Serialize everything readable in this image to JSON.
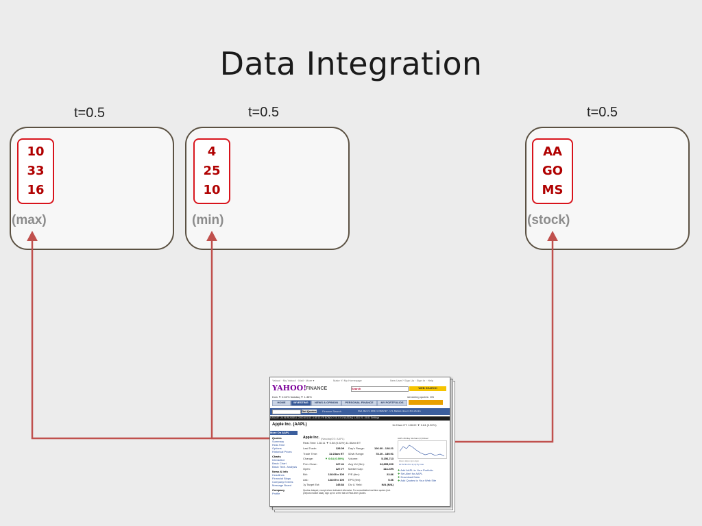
{
  "slide": {
    "title": "Data Integration"
  },
  "sources": [
    {
      "t_label": "t=0.5",
      "values": [
        "10",
        "33",
        "16"
      ],
      "column": "(max)"
    },
    {
      "t_label": "t=0.5",
      "values": [
        "4",
        "25",
        "10"
      ],
      "column": "(min)"
    },
    {
      "t_label": "t=0.5",
      "values": [
        "AA",
        "GO",
        "MS"
      ],
      "column": "(stock)"
    }
  ],
  "colors": {
    "arrow": "#c0504d",
    "value_border": "#d8141c",
    "value_text": "#b00000",
    "box_border": "#5b5142"
  },
  "yahoo": {
    "topnav": "Yahoo! · My Yahoo! · Mail · More ▾",
    "homepage": "Make Y! My Homepage",
    "newuser": "New User? Sign Up · Sign In · Help",
    "logo": "YAHOO!",
    "finance": "FINANCE",
    "search_label": "Search",
    "web_search": "WEB SEARCH",
    "dow": "Dow ▼ 0.60% Nasdaq ▼ 1.38%",
    "streaming": "streaming quotes: ON",
    "tabs": [
      "HOME",
      "INVESTING",
      "NEWS & OPINION",
      "PERSONAL FINANCE",
      "MY PORTFOLIOS"
    ],
    "get_quotes": "Get Quotes",
    "finance_search": "Finance Search",
    "date_line": "Wed, Mar 21, 2009, 11:39AM ET - U.S. Markets close in 4hrs 21mins",
    "ticker": "6,932.87  -24.98   RUSSELL 2000  491.53  -3.59   10-YR BOND  2.78  -0.01   NASDAQ  1,518.76  -19.81   Settings",
    "company": "Apple Inc. (AAPL)",
    "price_head": "11:23am ET: 128.09 ▼ 0.64 (0.50%)",
    "more_on": "More On AAPL",
    "sidebar": [
      "Quotes",
      "Summary",
      "Real-Time",
      "Options",
      "Historical Prices",
      "Charts",
      "Interactive",
      "Basic Chart",
      "Basic Tech. Analysis",
      "News & Info",
      "Headlines",
      "Financial Blogs",
      "Company Events",
      "Message Board",
      "Company",
      "Profile"
    ],
    "quote_name": "Apple Inc.",
    "quote_exch": "(NasdaqGS: AAPL)",
    "realtime": "Real-Time: 128.11 ▼ 0.58 (0.52%) 11:36am ET",
    "rows_left": [
      [
        "Last Trade:",
        "128.09"
      ],
      [
        "Trade Time:",
        "11:23am ET"
      ],
      [
        "Change:",
        "▼ 0.64 (0.50%)"
      ],
      [
        "Prev Close:",
        "127.41"
      ],
      [
        "Open:",
        "127.77"
      ],
      [
        "Bid:",
        "128.08 x 100"
      ],
      [
        "Ask:",
        "128.09 x 100"
      ],
      [
        "1y Target Est:",
        "145.84"
      ]
    ],
    "rows_right": [
      [
        "Day's Range:",
        "126.60 - 128.21"
      ],
      [
        "52wk Range:",
        "78.20 - 189.91"
      ],
      [
        "Volume:",
        "5,156,713"
      ],
      [
        "Avg Vol (3m):",
        "22,895,200"
      ],
      [
        "Market Cap:",
        "114.27B"
      ],
      [
        "P/E (ttm):",
        "23.86"
      ],
      [
        "EPS (ttm):",
        "5.36"
      ],
      [
        "Div & Yield:",
        "N/A (N/A)"
      ]
    ],
    "chart_title": "AAPL 29-May 11:21am (C)Yahoo!",
    "chart_ticks": "10am 12pm 2pm 4pm",
    "chart_ranges": "1d 5d 3m 6m 1y 2y 5y max",
    "links": [
      "Add AAPL to Your Portfolio",
      "Set Alert for AAPL",
      "Download Data",
      "Add Quotes to Your Web Site"
    ],
    "disclaimer": "Quotes delayed, except where indicated otherwise. For consolidated real-time quotes (incl. pre/post market data), sign up for a free trial of Real-time Quotes."
  }
}
